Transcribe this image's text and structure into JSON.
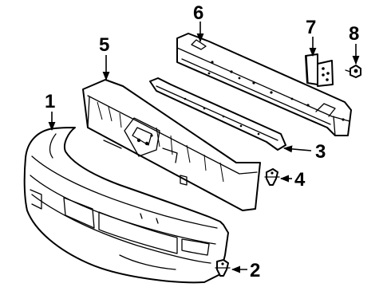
{
  "callouts": [
    {
      "id": "1",
      "part": "bumper-cover"
    },
    {
      "id": "2",
      "part": "cover-screw"
    },
    {
      "id": "3",
      "part": "mounting-strip"
    },
    {
      "id": "4",
      "part": "push-clip"
    },
    {
      "id": "5",
      "part": "energy-absorber"
    },
    {
      "id": "6",
      "part": "reinforcement-bar"
    },
    {
      "id": "7",
      "part": "bracket"
    },
    {
      "id": "8",
      "part": "bolt"
    }
  ]
}
